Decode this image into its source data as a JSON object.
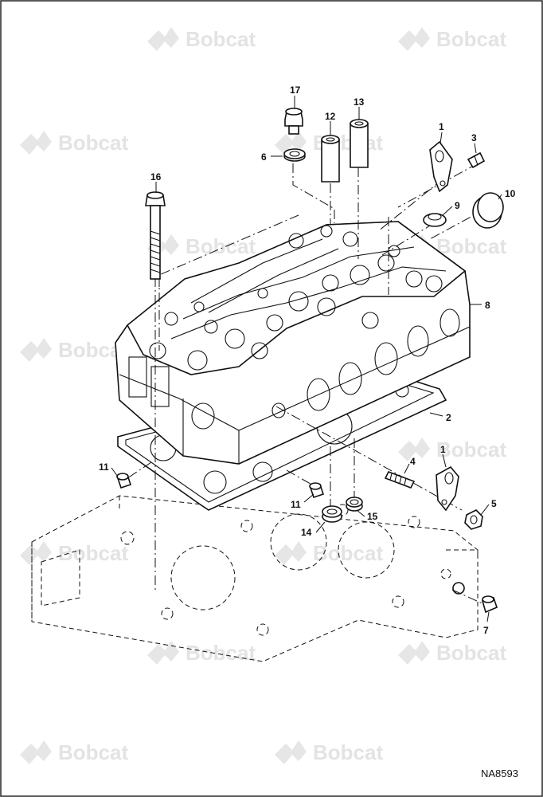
{
  "diagram": {
    "figure_id": "NA8593",
    "watermark_text": "Bobcat",
    "callouts": [
      "1",
      "1",
      "2",
      "3",
      "4",
      "5",
      "6",
      "7",
      "8",
      "9",
      "10",
      "11",
      "11",
      "12",
      "13",
      "14",
      "15",
      "16",
      "17"
    ]
  },
  "colors": {
    "line": "#111111",
    "watermark": "#e3e3e3",
    "background": "#ffffff"
  }
}
